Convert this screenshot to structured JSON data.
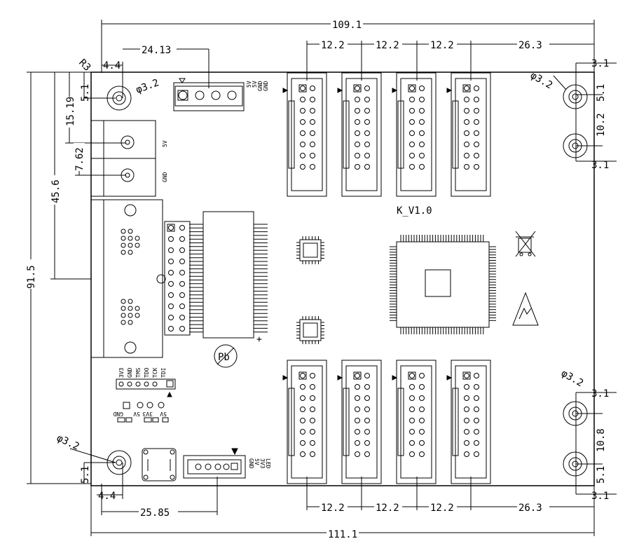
{
  "title_label": "K_V1.0",
  "board_width_top": "109.1",
  "board_width_bottom": "111.1",
  "board_height": "91.5",
  "dim_power_conn": "24.13",
  "dim_header_pitch": "12.2",
  "dim_right_offset": "26.3",
  "dim_left_offset": "25.85",
  "dim_radius": "R3",
  "dim_4_4": "4.4",
  "dim_5_1": "5.1",
  "dim_15_19": "15.19",
  "dim_7_62": "7.62",
  "dim_45_6": "45.6",
  "dim_3_1": "3.1",
  "dim_10_2": "10.2",
  "dim_10_8": "10.8",
  "hole_phi": "φ3.2",
  "power_labels": [
    "5V",
    "5V",
    "GND",
    "GND"
  ],
  "jack_labels": [
    "5V",
    "GND"
  ],
  "jtag_labels": [
    "3V3",
    "GND",
    "TMS",
    "TDO",
    "TCK",
    "TDI"
  ],
  "led_labels": [
    "GND",
    "5V",
    "3V3",
    "LED"
  ],
  "bottom_conn_labels": [
    "GND",
    "5V",
    "3V3",
    "LED"
  ],
  "jumper_labels": [
    "GND",
    "5V",
    "3V3",
    "5V"
  ],
  "colors": {
    "line": "#000000",
    "background": "#ffffff"
  },
  "icons": [
    "weee-bin-icon",
    "esd-warning-icon",
    "pb-free-icon"
  ]
}
